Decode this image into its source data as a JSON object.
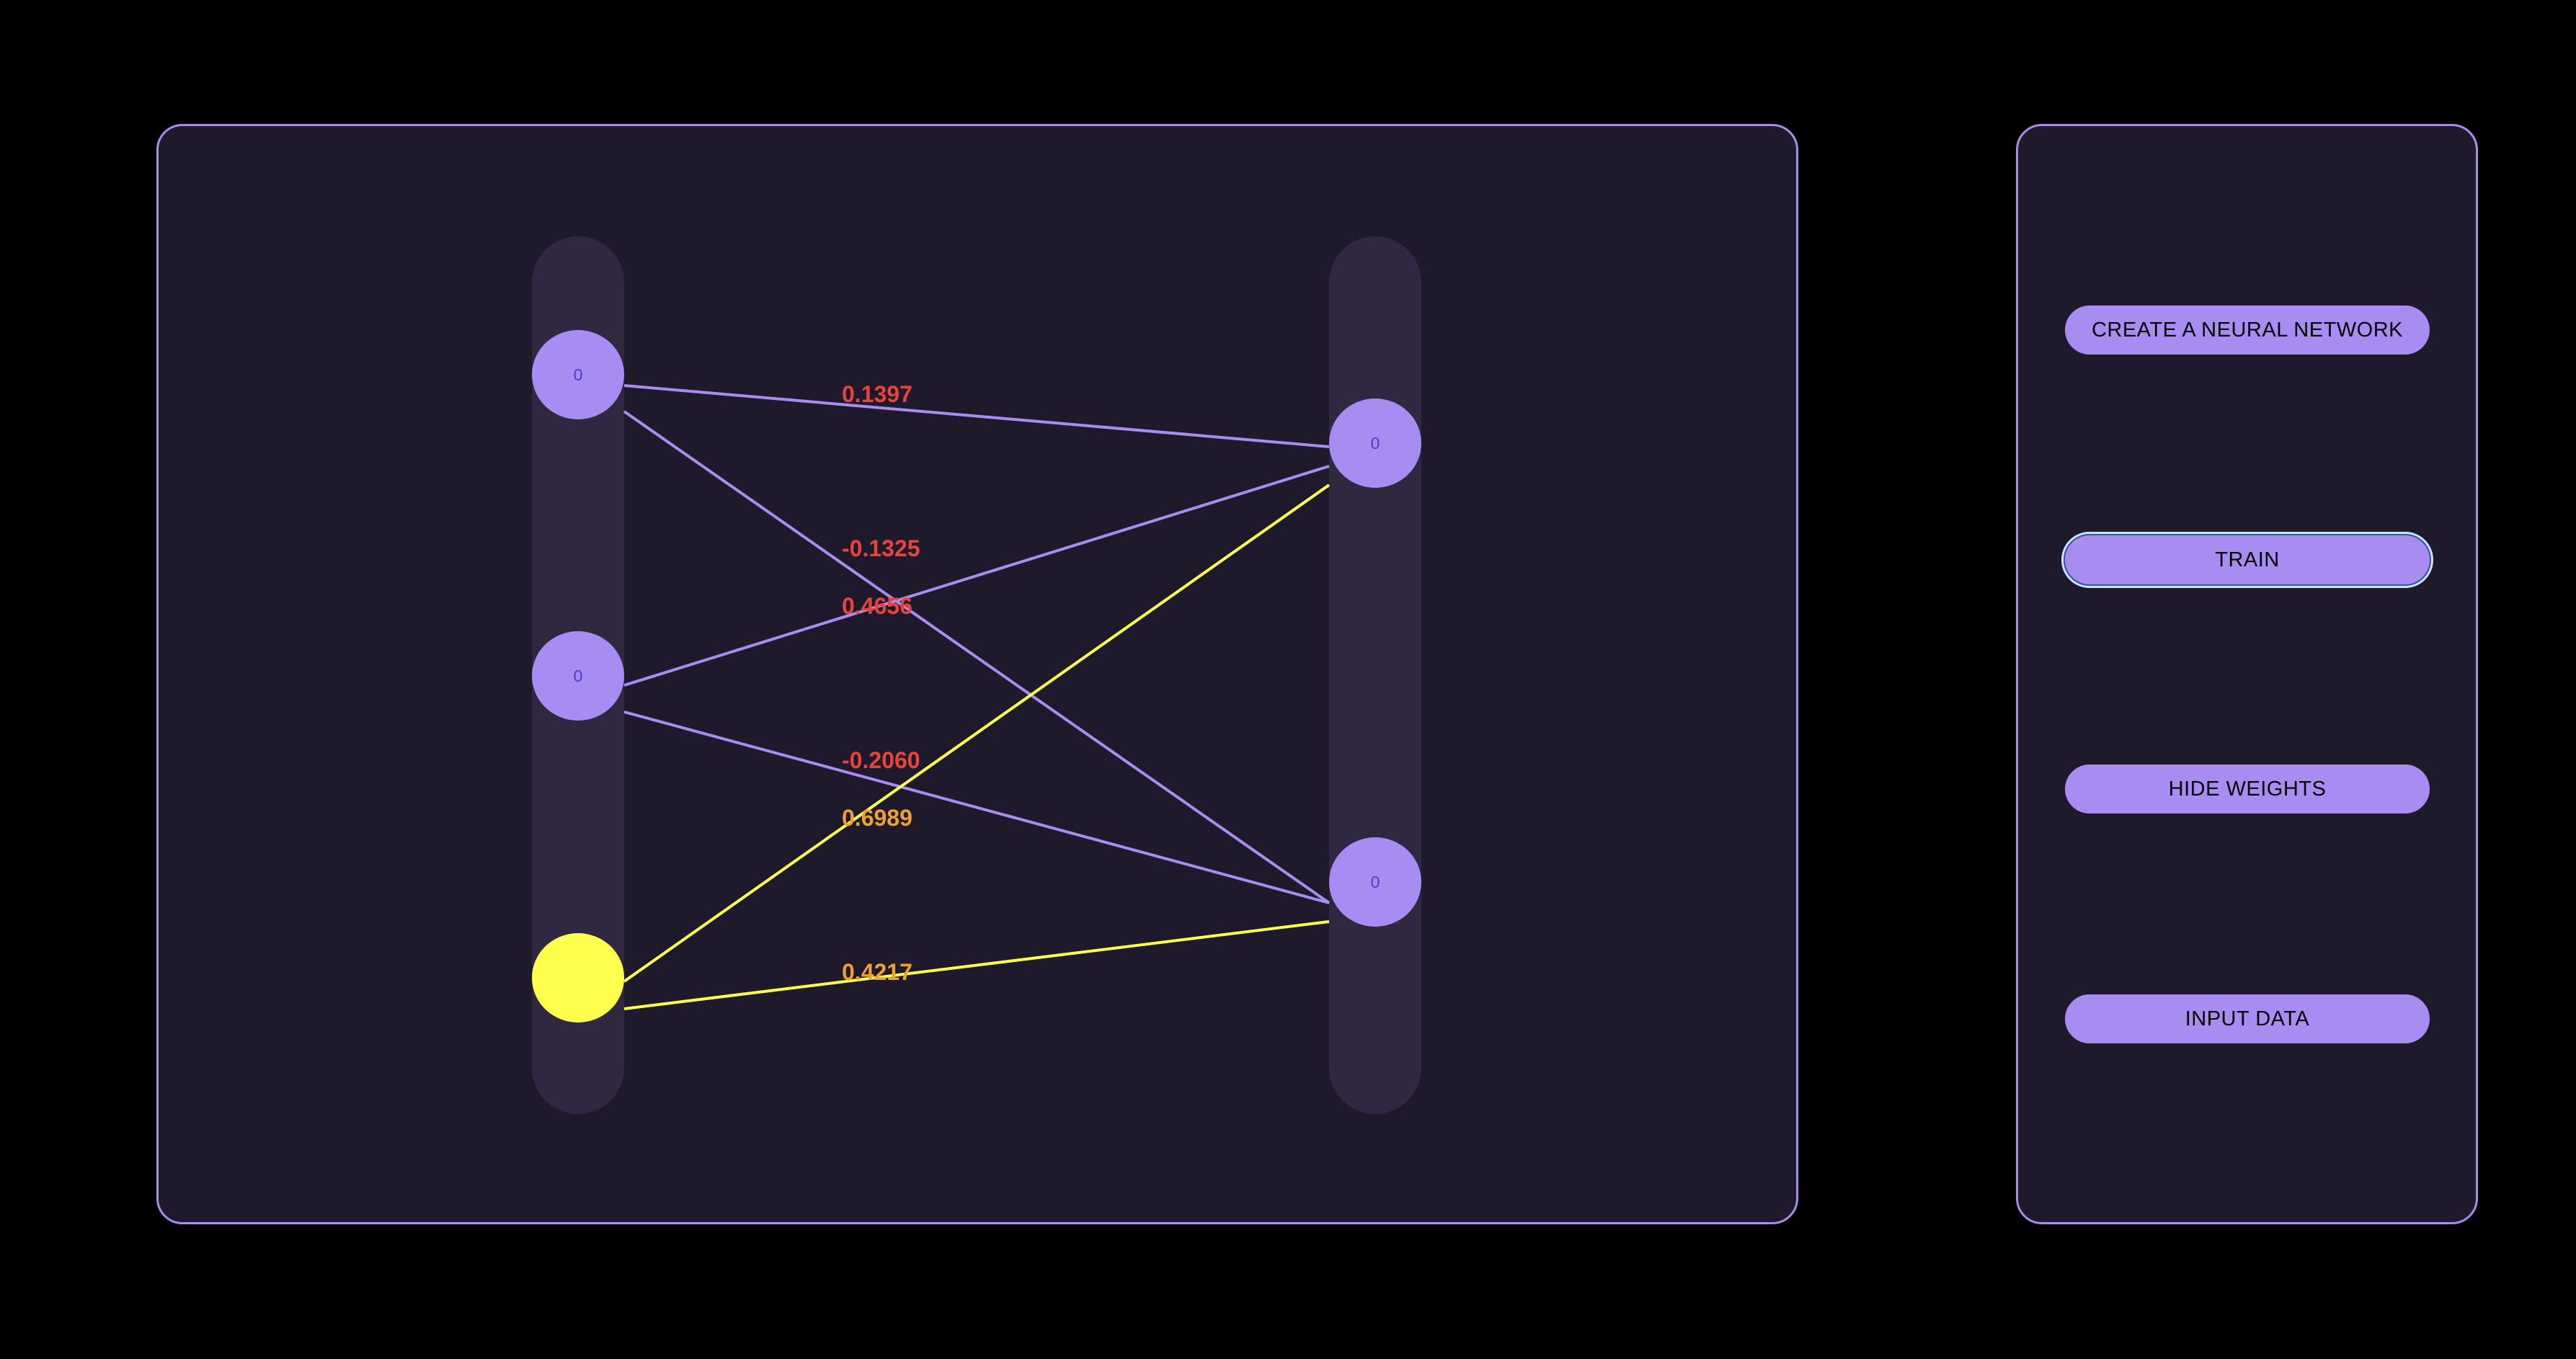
{
  "network": {
    "input_layer": [
      {
        "value": "0",
        "active": false
      },
      {
        "value": "0",
        "active": false
      },
      {
        "value": "",
        "active": true
      }
    ],
    "output_layer": [
      {
        "value": "0"
      },
      {
        "value": "0"
      }
    ],
    "weights": [
      {
        "from": 0,
        "to": 0,
        "value": "0.1397",
        "active": false
      },
      {
        "from": 0,
        "to": 1,
        "value": "-0.1325",
        "active": false
      },
      {
        "from": 1,
        "to": 0,
        "value": "0.4656",
        "active": false
      },
      {
        "from": 1,
        "to": 1,
        "value": "-0.2060",
        "active": false
      },
      {
        "from": 2,
        "to": 0,
        "value": "0.6989",
        "active": true
      },
      {
        "from": 2,
        "to": 1,
        "value": "0.4217",
        "active": true
      }
    ]
  },
  "controls": {
    "create_label": "CREATE A NEURAL NETWORK",
    "train_label": "TRAIN",
    "hide_weights_label": "HIDE WEIGHTS",
    "input_data_label": "INPUT DATA"
  },
  "colors": {
    "accent": "#a98cf2",
    "active_neuron": "#ffff4d",
    "negative_weight_text": "#e8443a",
    "active_weight_text": "#f0a030",
    "panel_bg": "#1f1a2b"
  }
}
